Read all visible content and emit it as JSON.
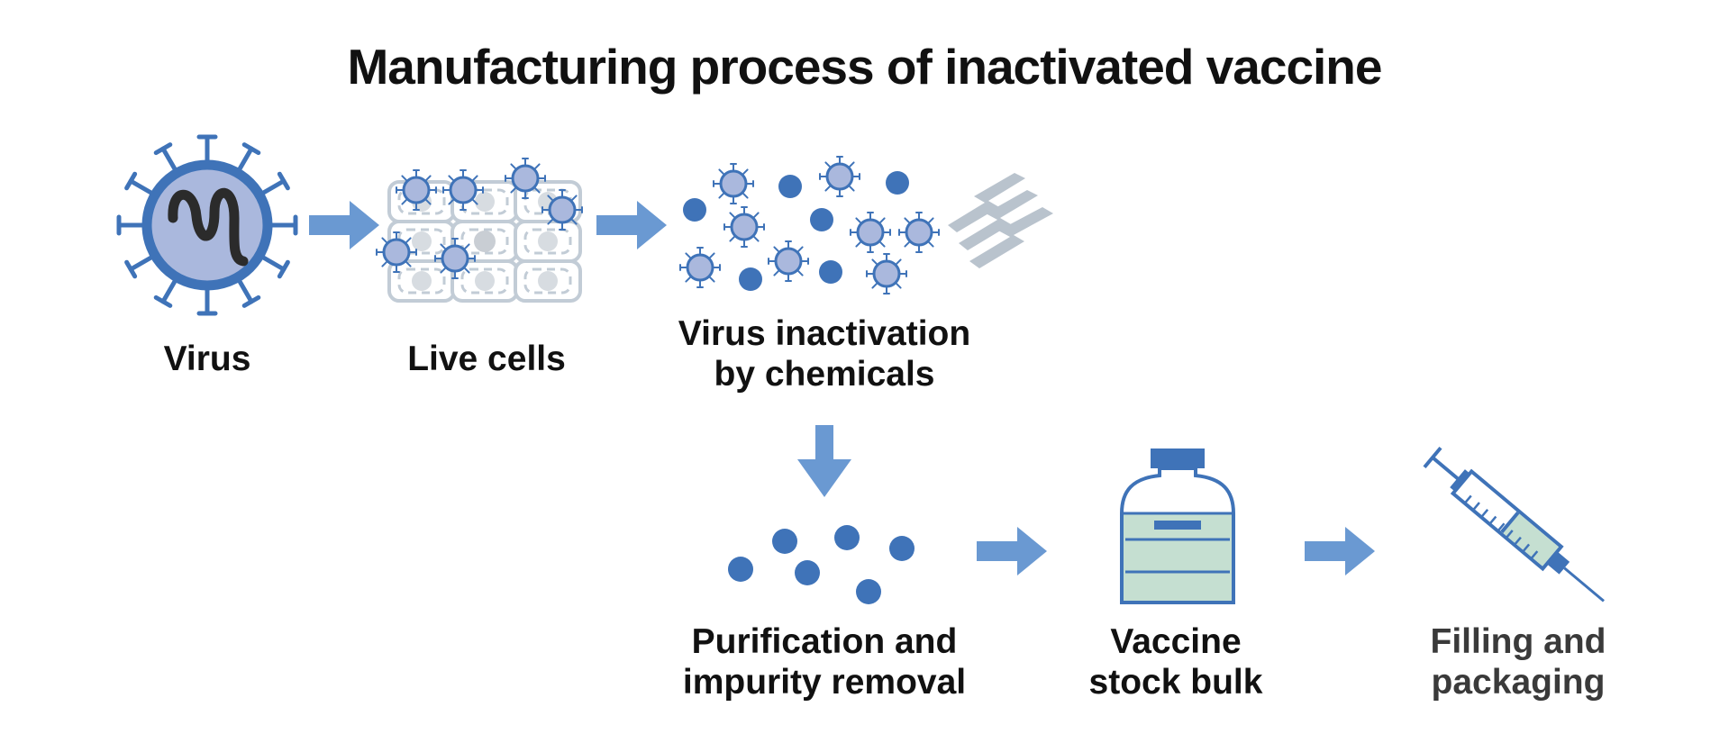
{
  "title": "Manufacturing process of inactivated vaccine",
  "steps": [
    {
      "id": "virus",
      "lines": [
        "Virus"
      ]
    },
    {
      "id": "live-cells",
      "lines": [
        "Live cells"
      ]
    },
    {
      "id": "inactivation",
      "lines": [
        "Virus inactivation",
        "by chemicals"
      ]
    },
    {
      "id": "purification",
      "lines": [
        "Purification and",
        "impurity removal"
      ]
    },
    {
      "id": "bulk",
      "lines": [
        "Vaccine",
        "stock bulk"
      ]
    },
    {
      "id": "filling",
      "lines": [
        "Filling and",
        "packaging"
      ]
    }
  ],
  "colors": {
    "primary": "#3f73b8",
    "arrow": "#6a99d2",
    "virion_fill": "#aab8dd",
    "cell_stroke": "#c2ccd6",
    "liquid": "#c5dfd1",
    "bolt": "#b9c3cd",
    "text": "#111111"
  }
}
